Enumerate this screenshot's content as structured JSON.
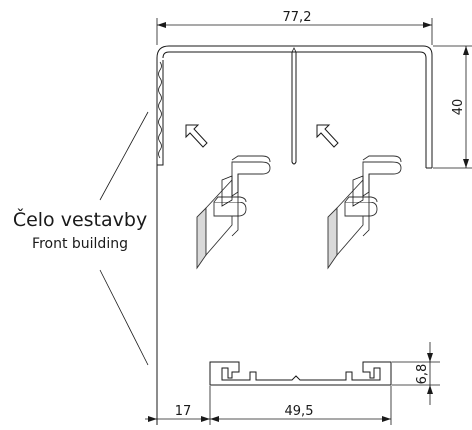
{
  "dimensions": {
    "top_width": "77,2",
    "right_height": "40",
    "bottom_left": "17",
    "bottom_width": "49,5",
    "bottom_height": "6,8"
  },
  "labels": {
    "front_cz": "Čelo vestavby",
    "front_en": "Front building"
  }
}
